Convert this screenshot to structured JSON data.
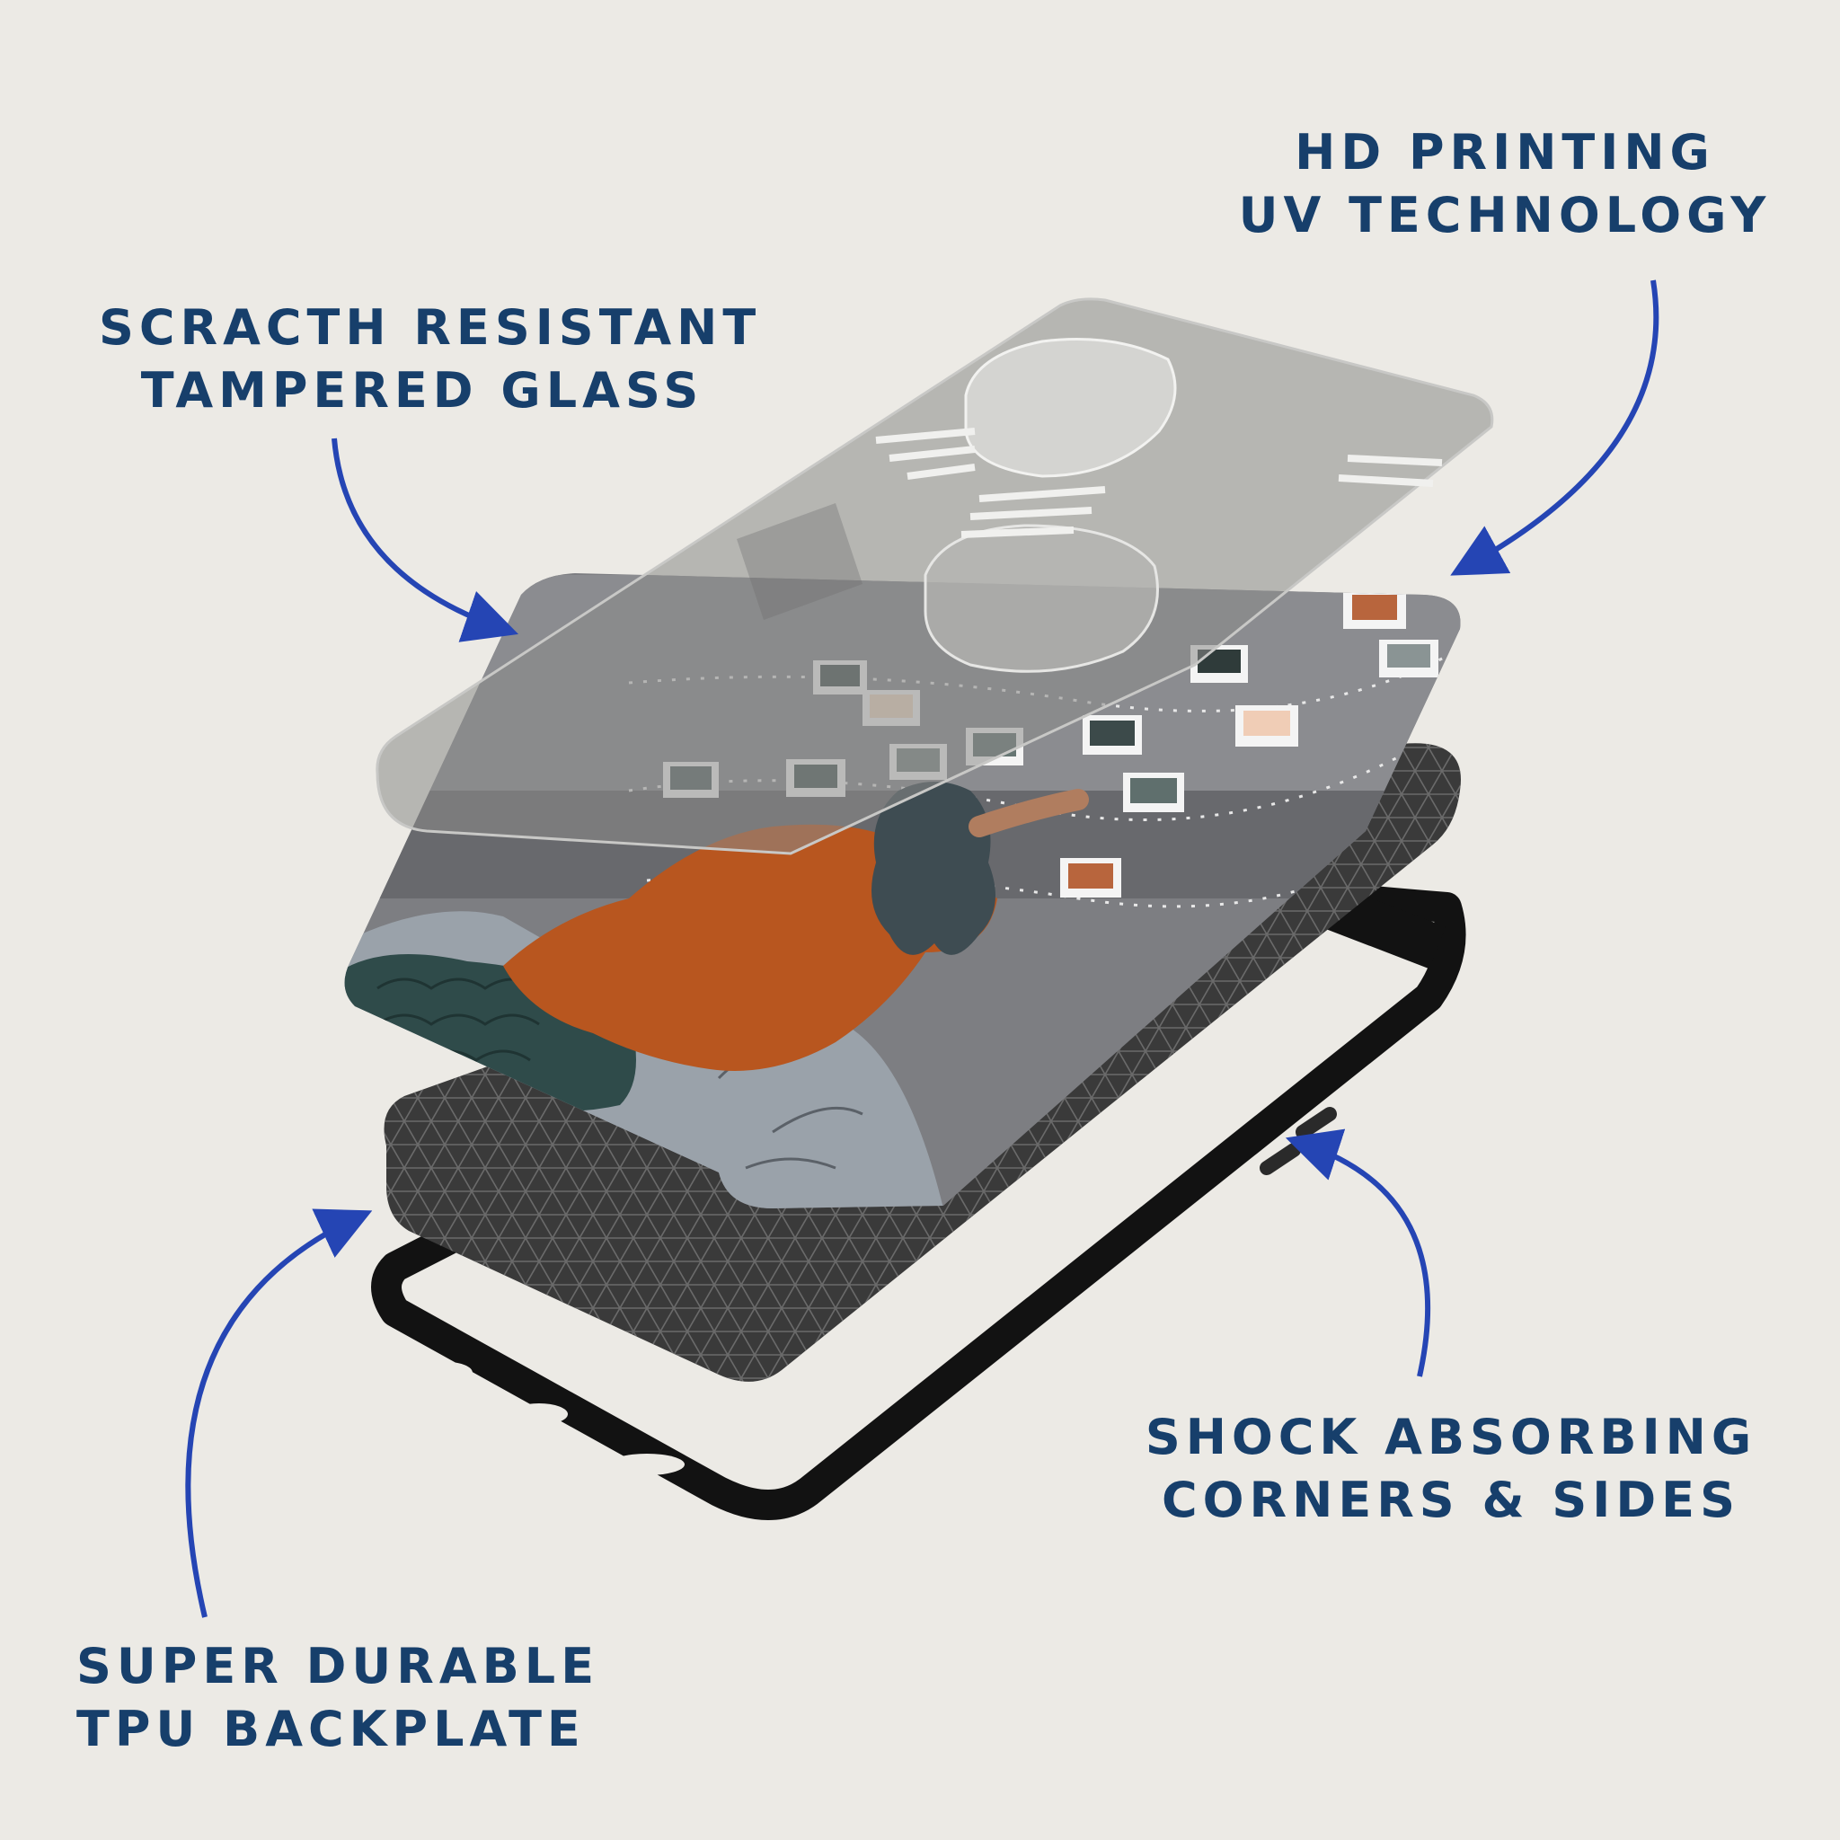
{
  "callouts": {
    "glass": {
      "line1": "SCRACTH RESISTANT",
      "line2": "TAMPERED GLASS"
    },
    "print": {
      "line1": "HD PRINTING",
      "line2": "UV TECHNOLOGY"
    },
    "shock": {
      "line1": "SHOCK ABSORBING",
      "line2": "CORNERS & SIDES"
    },
    "tpu": {
      "line1": "SUPER DURABLE",
      "line2": "TPU BACKPLATE"
    }
  },
  "colors": {
    "background": "#eceae5",
    "label_text": "#173f6b",
    "arrow": "#2545b4",
    "bumper": "#121212",
    "backplate": "#3a3a3a",
    "glass_tint": "#8a8a88",
    "art_dress": "#b8561f",
    "art_hair": "#3e4c52",
    "art_blanket": "#2f4b4a",
    "art_sheet": "#9aa2aa"
  }
}
